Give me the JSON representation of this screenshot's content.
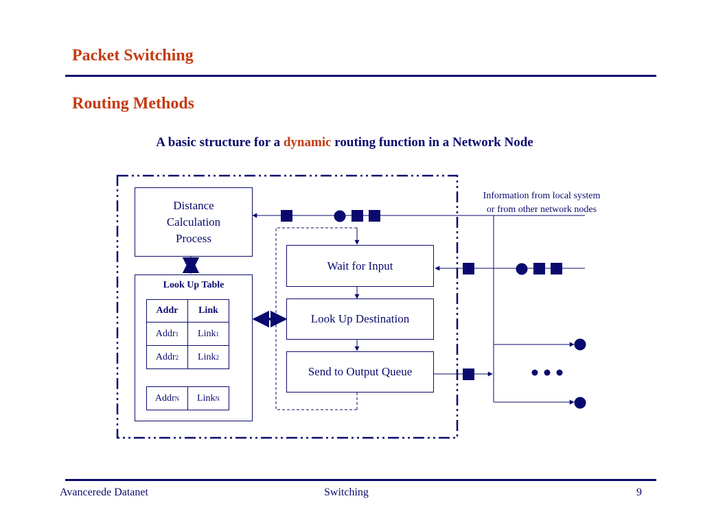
{
  "slide": {
    "title": "Packet Switching",
    "subtitle": "Routing Methods",
    "heading": {
      "prefix": "A basic structure for a",
      "highlight": "dynamic",
      "suffix": "routing function in a Network Node"
    }
  },
  "diagram": {
    "distance_box": {
      "line1": "Distance",
      "line2": "Calculation",
      "line3": "Process"
    },
    "lookup_table": {
      "title": "Look Up Table",
      "header": {
        "addr": "Addr",
        "link": "Link"
      },
      "rows": [
        {
          "addr": "Addr",
          "addr_sub": "1",
          "link": "Link",
          "link_sub": "1"
        },
        {
          "addr": "Addr",
          "addr_sub": "2",
          "link": "Link",
          "link_sub": "2"
        }
      ],
      "last_row": {
        "addr": "Addr",
        "addr_sub": "N",
        "link": "Link",
        "link_sub": "N"
      }
    },
    "wait_box": "Wait for Input",
    "lookup_dest_box": "Look Up Destination",
    "send_box": "Send to Output Queue",
    "info_text": {
      "line1": "Information from local system",
      "line2": "or from other network nodes"
    },
    "colors": {
      "primary": "#0a0a6e",
      "accent": "#c43a12"
    }
  },
  "footer": {
    "left": "Avancerede Datanet",
    "center": "Switching",
    "page_number": "9"
  }
}
